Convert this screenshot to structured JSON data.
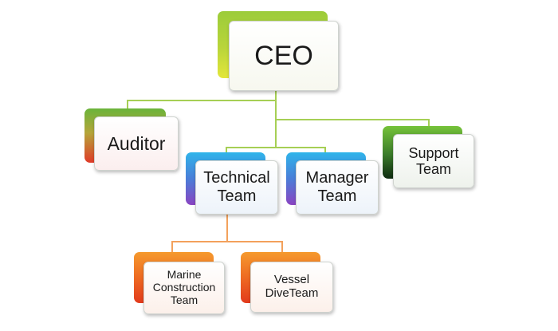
{
  "nodes": {
    "ceo": "CEO",
    "auditor": "Auditor",
    "support": "Support\nTeam",
    "technical": "Technical\nTeam",
    "manager": "Manager\nTeam",
    "marine": "Marine\nConstruction\nTeam",
    "vessel": "Vessel\nDiveTeam"
  },
  "colors": {
    "connector_top": "#a6cf55",
    "connector_technical": "#f3a15c"
  }
}
